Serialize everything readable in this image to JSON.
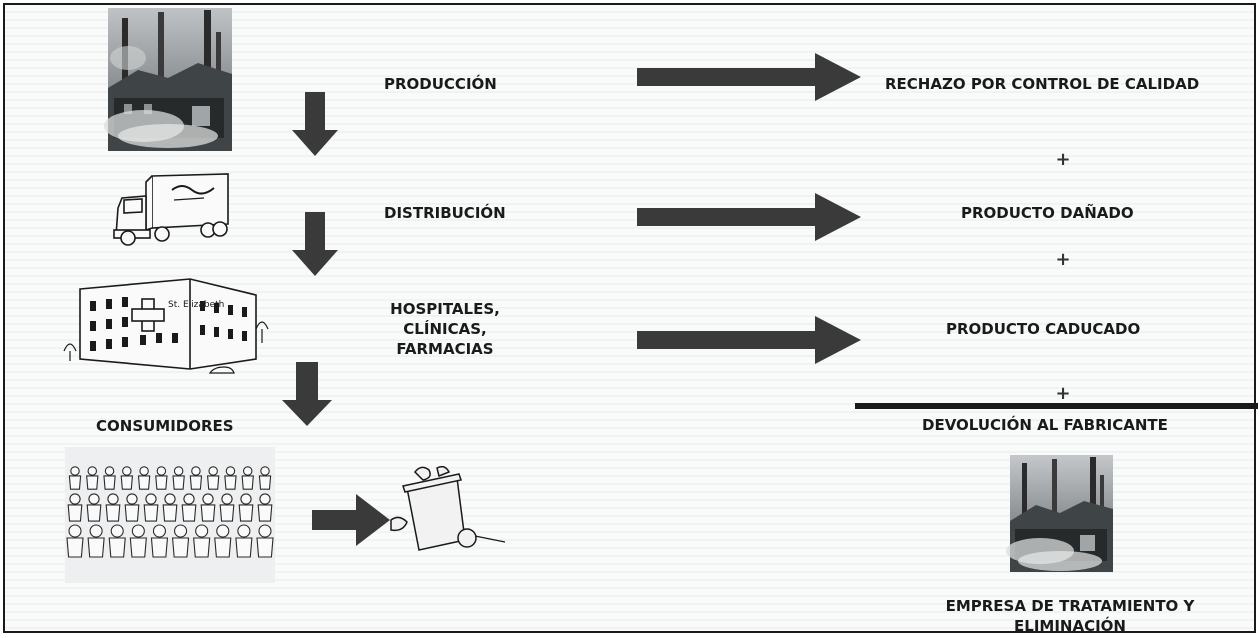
{
  "stages": {
    "produccion": "PRODUCCIÓN",
    "distribucion": "DISTRIBUCIÓN",
    "hospitales": [
      "HOSPITALES,",
      "CLÍNICAS,",
      "FARMACIAS"
    ],
    "consumidores": "CONSUMIDORES"
  },
  "outcomes": {
    "rechazo": "RECHAZO POR CONTROL DE CALIDAD",
    "danado": "PRODUCTO DAÑADO",
    "caducado": "PRODUCTO CADUCADO",
    "plus": "+",
    "devolucion": "DEVOLUCIÓN AL FABRICANTE",
    "empresa": [
      "EMPRESA DE TRATAMIENTO Y",
      "ELIMINACIÓN"
    ]
  },
  "hospital_sign": "St. Elizabeth",
  "colors": {
    "arrow": "#3a3a3a",
    "text": "#1a1a1a",
    "rule": "#1a1a1a"
  },
  "icons": [
    "factory-image",
    "truck-icon",
    "hospital-icon",
    "crowd-image",
    "trash-bin-icon",
    "factory-image"
  ]
}
